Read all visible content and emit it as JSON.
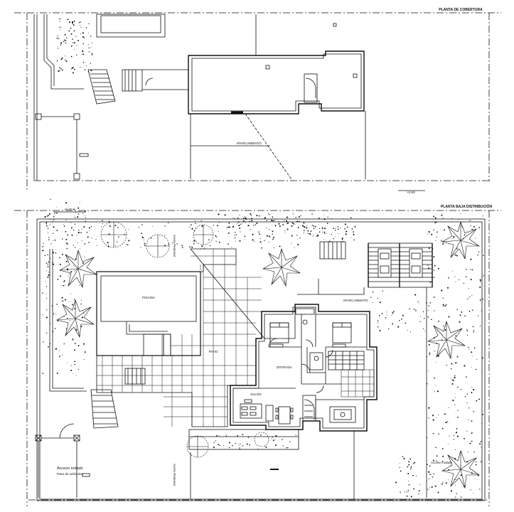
{
  "drawing": {
    "top_plan_title": "PLANTA DE COBERTURA",
    "bottom_plan_title": "PLANTA BAJA DISTRIBUCIÓN",
    "level_marker_top": "+0.00",
    "level_marker_bottom": "+0.00",
    "label_pool": "PISCINA",
    "label_parking": "APARCAMIENTO",
    "label_entry": "ENTRADA",
    "label_living": "SALÓN",
    "label_sidewalk_top": "Acera Peatonal",
    "label_sidewalk_bottom": "Acera Peatonal",
    "label_access": "Acceso rodado",
    "label_access_sub": "Paso de vehículos",
    "label_access_right": "Acceso rodado",
    "label_patio": "PATIO"
  },
  "colors": {
    "line": "#111111",
    "background": "#ffffff"
  }
}
